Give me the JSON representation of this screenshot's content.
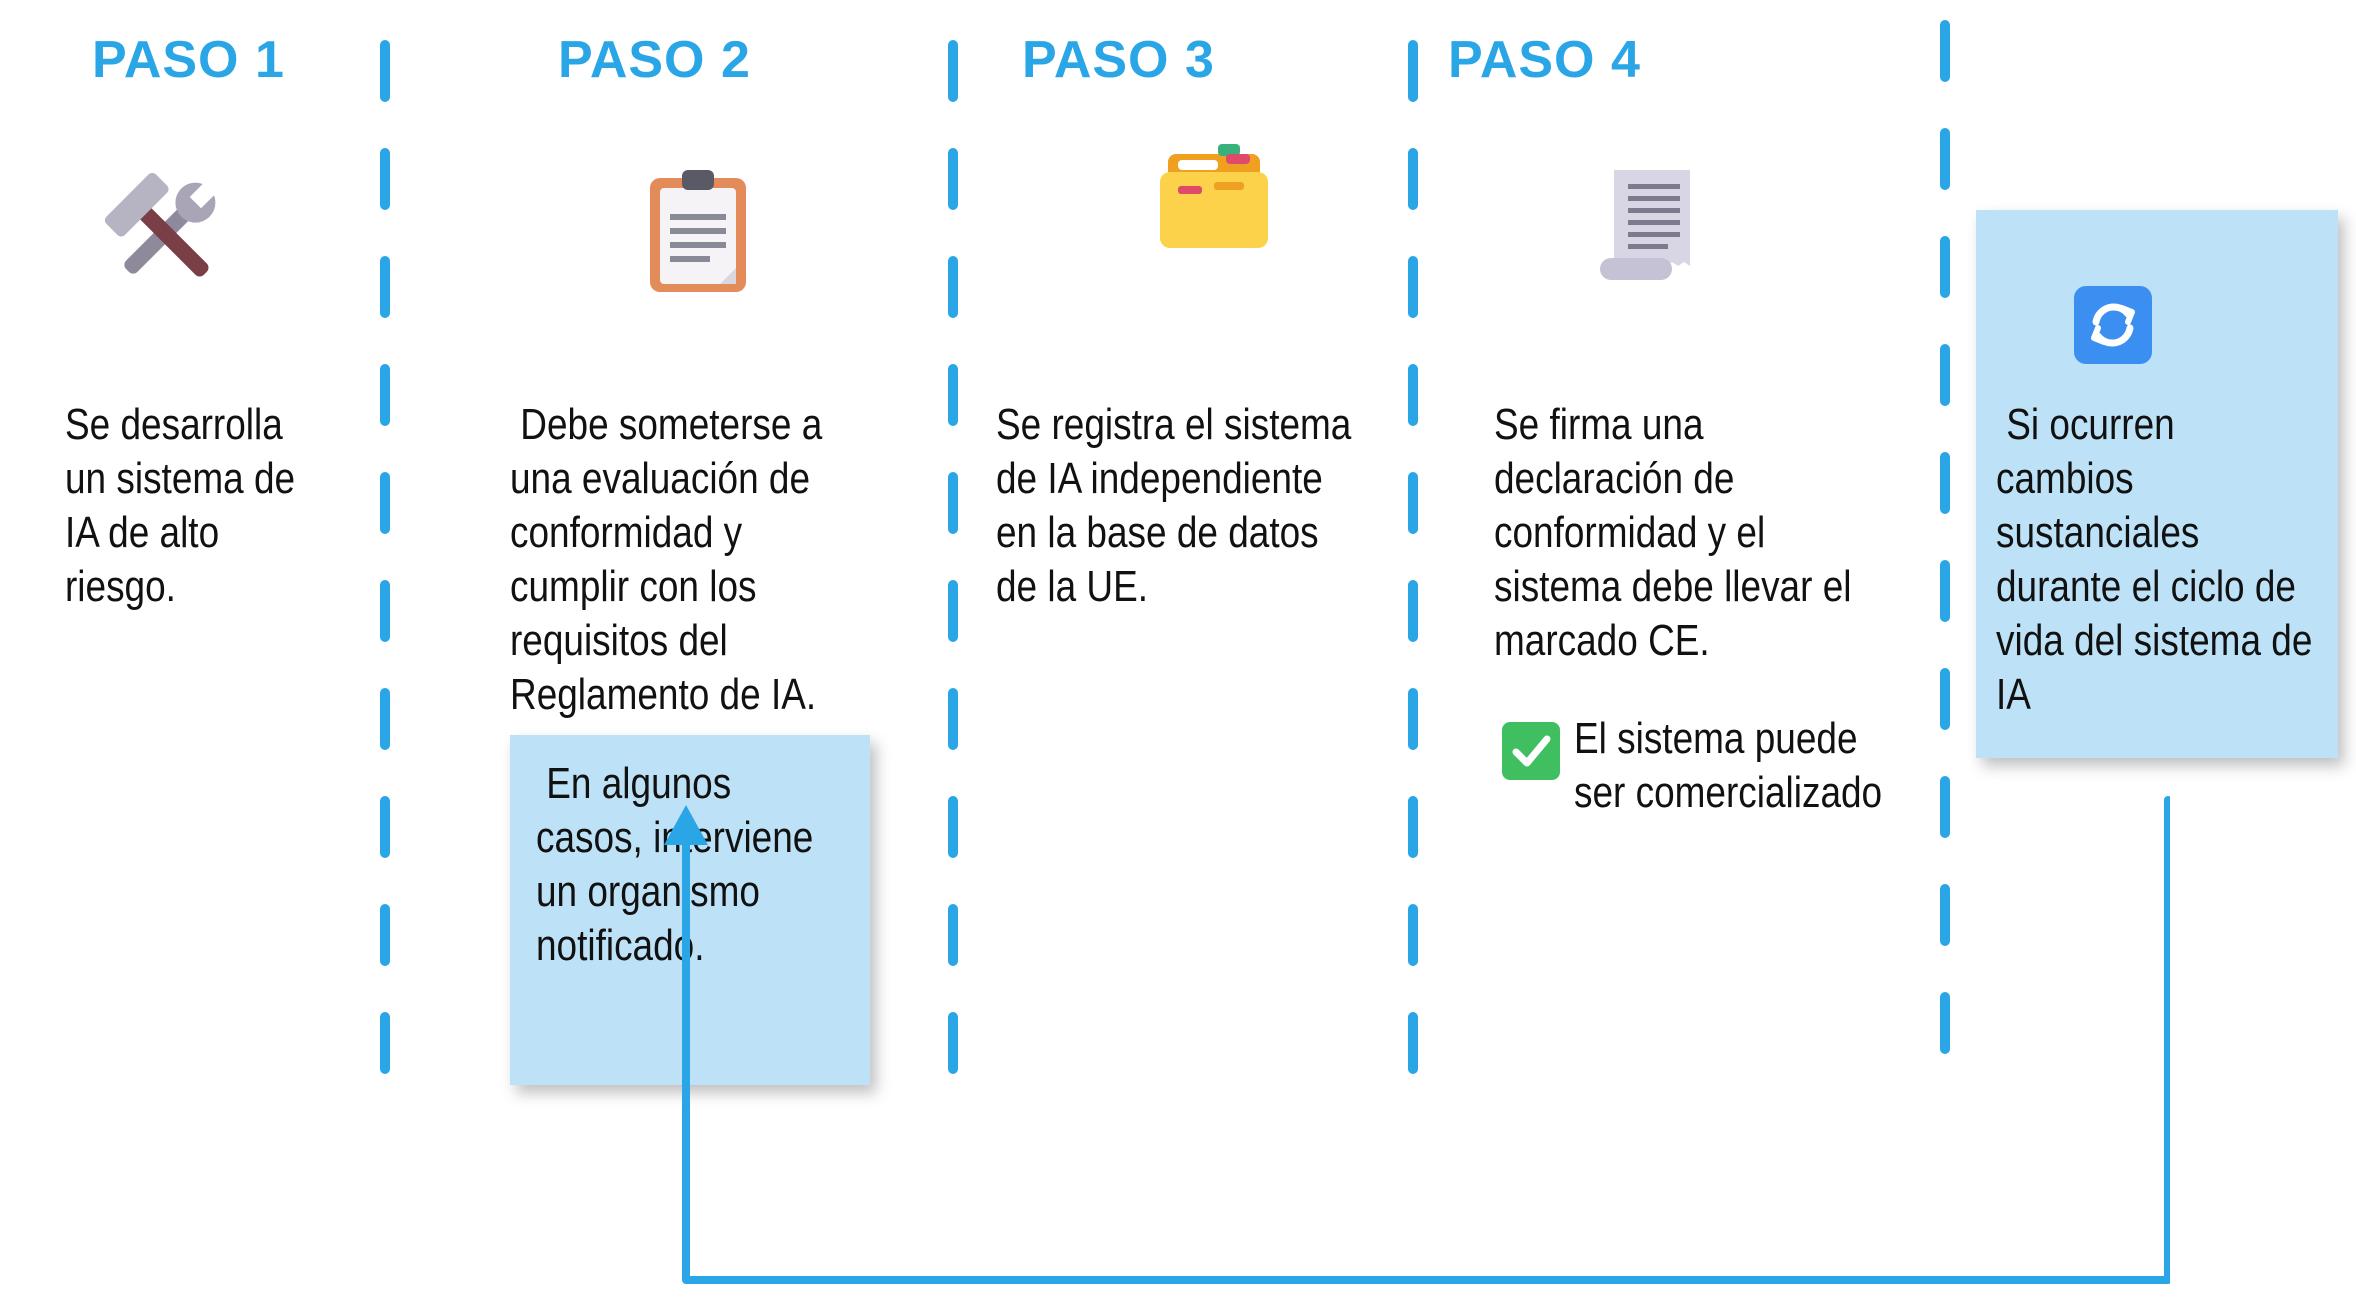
{
  "colors": {
    "accent": "#2aa6e6",
    "note_bg": "#bde2f7",
    "divider": "#2aa6e6",
    "check_green": "#3fbf5f",
    "refresh_blue": "#3a8ff0"
  },
  "steps": [
    {
      "title": "PASO 1",
      "icon": "hammer-wrench-icon",
      "text": "Se desarrolla\nun sistema de\nIA de alto\nriesgo."
    },
    {
      "title": "PASO 2",
      "icon": "clipboard-icon",
      "text": " Debe someterse a\nuna evaluación de\nconformidad y\ncumplir con los\nrequisitos del\nReglamento de IA.",
      "note": " En algunos\ncasos, interviene\nun organismo\nnotificado."
    },
    {
      "title": "PASO 3",
      "icon": "folder-icon",
      "text": "Se registra el sistema\nde IA independiente\nen la base de datos\nde la UE."
    },
    {
      "title": "PASO 4",
      "icon": "scroll-document-icon",
      "text": "Se firma una\ndeclaración de\nconformidad y el\nsistema debe llevar el\nmarcado CE.",
      "check_icon": "checkmark-icon",
      "check_text": "El sistema puede\nser comercializado"
    }
  ],
  "change_box": {
    "icon": "refresh-icon",
    "text": " Si ocurren\ncambios\nsustanciales\ndurante el ciclo de\nvida del sistema de\nIA"
  },
  "feedback_arrow": {
    "from": "change-box",
    "to": "step-2-note"
  }
}
